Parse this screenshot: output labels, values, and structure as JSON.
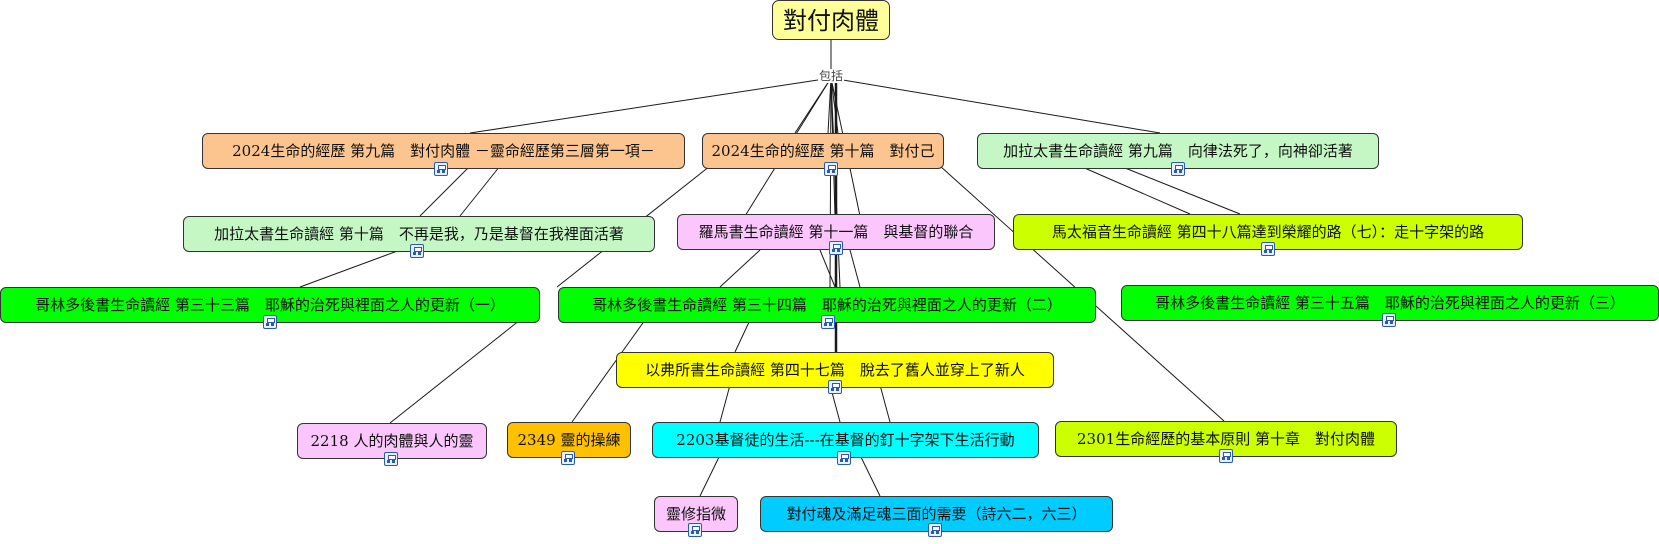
{
  "root": {
    "label": "對付肉體",
    "color": "#ffff99"
  },
  "connector_label": "包括",
  "nodes": [
    {
      "id": "n1",
      "label": "2024生命的經歷 第九篇　對付肉體 －靈命經歷第三層第一項－",
      "color": "#fcc58f"
    },
    {
      "id": "n2",
      "label": "2024生命的經歷 第十篇　對付己",
      "color": "#fcc58f"
    },
    {
      "id": "n3",
      "label": "加拉太書生命讀經 第九篇　向律法死了，向神卻活著",
      "color": "#c5f7c5"
    },
    {
      "id": "n4",
      "label": "加拉太書生命讀經 第十篇　不再是我，乃是基督在我裡面活著",
      "color": "#c5f7c5"
    },
    {
      "id": "n5",
      "label": "羅馬書生命讀經 第十一篇　與基督的聯合",
      "color": "#fbc6fb"
    },
    {
      "id": "n6",
      "label": "馬太福音生命讀經 第四十八篇達到榮耀的路（七）：走十字架的路",
      "color": "#ccff00"
    },
    {
      "id": "n7",
      "label": "哥林多後書生命讀經 第三十三篇　耶穌的治死與裡面之人的更新（一）",
      "color": "#00ff00"
    },
    {
      "id": "n8",
      "label": "哥林多後書生命讀經 第三十四篇　耶穌的治死與裡面之人的更新（二）",
      "color": "#00ff00"
    },
    {
      "id": "n9",
      "label": "哥林多後書生命讀經 第三十五篇　耶穌的治死與裡面之人的更新（三）",
      "color": "#00ff00"
    },
    {
      "id": "n10",
      "label": "以弗所書生命讀經 第四十七篇　脫去了舊人並穿上了新人",
      "color": "#ffff00"
    },
    {
      "id": "n11",
      "label": "2218 人的肉體與人的靈",
      "color": "#fbc6fb"
    },
    {
      "id": "n12",
      "label": "2349 靈的操練",
      "color": "#ffc000"
    },
    {
      "id": "n13",
      "label": "2203基督徒的生活---在基督的釘十字架下生活行動",
      "color": "#00ffff"
    },
    {
      "id": "n14",
      "label": "2301生命經歷的基本原則 第十章　對付肉體",
      "color": "#ccff00"
    },
    {
      "id": "n15",
      "label": "靈修指微",
      "color": "#fbc6fb"
    },
    {
      "id": "n16",
      "label": "對付魂及滿足魂三面的需要（詩六二，六三）",
      "color": "#00ccff"
    }
  ]
}
